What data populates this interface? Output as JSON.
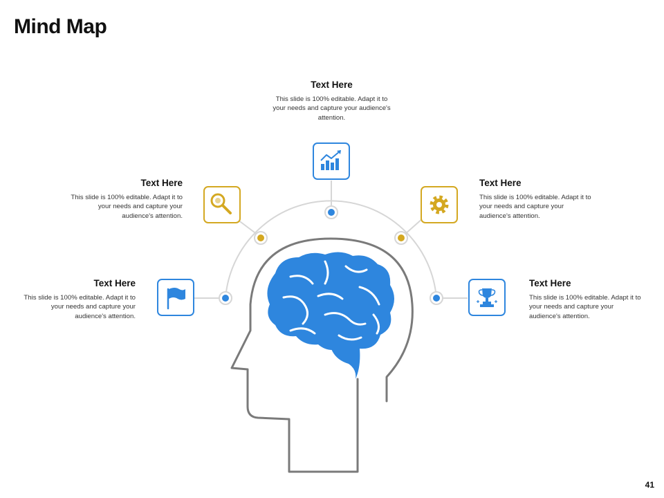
{
  "title": "Mind Map",
  "page_number": "41",
  "colors": {
    "blue": "#2E86DE",
    "gold": "#D4A821",
    "gray": "#7a7a7a",
    "light_gray": "#d6d6d6"
  },
  "nodes": [
    {
      "heading": "Text Here",
      "body": "This slide is 100% editable.  Adapt it to your needs and capture your audience's attention.",
      "icon": "flag-icon"
    },
    {
      "heading": "Text Here",
      "body": "This slide is 100% editable.  Adapt it to your needs and capture your audience's attention.",
      "icon": "magnifier-icon"
    },
    {
      "heading": "Text Here",
      "body": "This slide is 100% editable.  Adapt it to your needs and capture your audience's attention.",
      "icon": "bar-chart-icon"
    },
    {
      "heading": "Text Here",
      "body": "This slide is 100% editable.  Adapt it to your needs and capture your audience's attention.",
      "icon": "gear-icon"
    },
    {
      "heading": "Text Here",
      "body": "This slide is 100% editable.  Adapt it to your needs and capture your audience's attention.",
      "icon": "trophy-icon"
    }
  ]
}
